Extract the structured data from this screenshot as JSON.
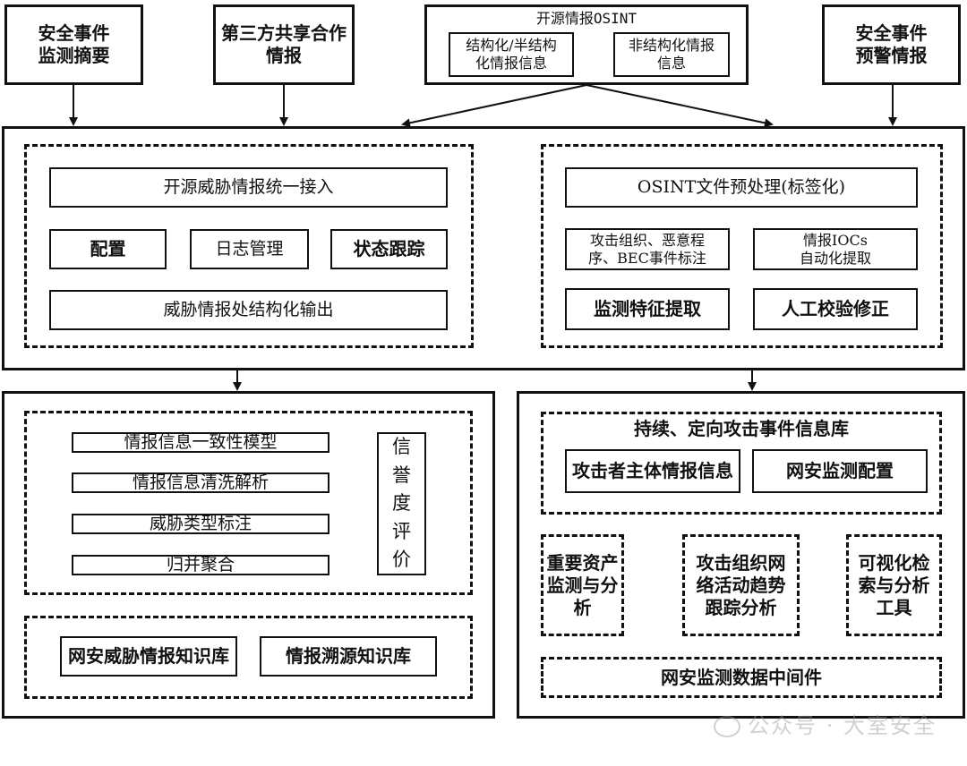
{
  "sources": {
    "event_summary": "安全事件\n监测摘要",
    "third_party": "第三方共享合作\n情报",
    "osint_title": "开源情报OSINT",
    "osint_structured": "结构化/半结构\n化情报信息",
    "osint_unstructured": "非结构化情报\n信息",
    "early_warning": "安全事件\n预警情报"
  },
  "ingest": {
    "unified_access": "开源威胁情报统一接入",
    "config": "配置",
    "log_mgmt": "日志管理",
    "status_track": "状态跟踪",
    "structured_output": "威胁情报处结构化输出"
  },
  "preprocess": {
    "title": "OSINT文件预处理(标签化)",
    "tagging": "攻击组织、恶意程\n序、BEC事件标注",
    "ioc_extract": "情报IOCs\n自动化提取",
    "feature_extract": "监测特征提取",
    "manual_check": "人工校验修正"
  },
  "knowledge": {
    "consistency_model": "情报信息一致性模型",
    "cleaning": "情报信息清洗解析",
    "threat_type": "威胁类型标注",
    "merge": "归并聚合",
    "reputation": [
      "信",
      "誉",
      "度",
      "评",
      "价"
    ],
    "threat_kb": "网安威胁情报知识库",
    "trace_kb": "情报溯源知识库"
  },
  "events": {
    "library": "持续、定向攻击事件信息库",
    "attacker_info": "攻击者主体情报信息",
    "monitor_config": "网安监测配置",
    "asset_monitor": "重要资产\n监测与分\n析",
    "trend_analysis": "攻击组织网\n络活动趋势\n跟踪分析",
    "visual_tools": "可视化检\n索与分析\n工具",
    "middleware": "网安监测数据中间件"
  },
  "watermark": "公众号 · 大室安全"
}
